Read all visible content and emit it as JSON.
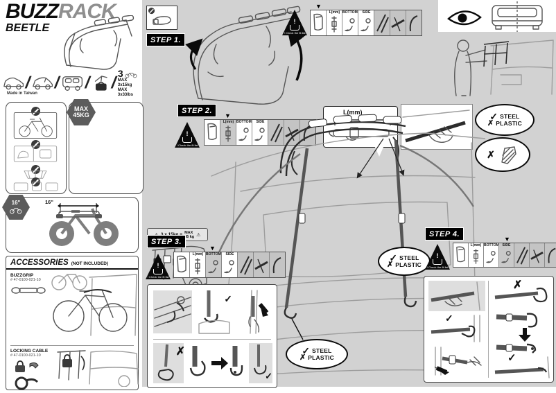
{
  "brand": {
    "buzz": "BUZZ",
    "rack": "RACK",
    "model": "BEETLE",
    "made_in": "Made in Taiwan"
  },
  "capacity": {
    "count": "3",
    "line1": "MAX 3x15kg",
    "line2": "MAX 3x33lbs"
  },
  "max_badge": {
    "line1": "MAX",
    "line2": "45KG"
  },
  "formula": {
    "left": "3 x 15kg =",
    "max": "MAX",
    "kg": "45 kg"
  },
  "wheel": {
    "size": "16\""
  },
  "accessories": {
    "title": "ACCESSORIES",
    "subtitle": "(NOT INCLUDED)",
    "items": [
      {
        "name": "BUZZGRIP",
        "part": "# 47-0100-021-10"
      },
      {
        "name": "LOCKING CABLE",
        "part": "# 47-0100-021-10"
      }
    ]
  },
  "steps": {
    "s1": "STEP 1.",
    "s2": "STEP 2.",
    "s3": "STEP 3.",
    "s4": "STEP 4."
  },
  "strip": {
    "ruler": "L(mm)",
    "bottom": "BOTTOM",
    "side": "SIDE"
  },
  "warning": {
    "caption": "! Check the fit list"
  },
  "callout": {
    "ruler": "L(mm)"
  },
  "material": {
    "steel": "STEEL",
    "plastic": "PLASTIC"
  },
  "marks": {
    "check": "✓",
    "cross": "✗"
  }
}
